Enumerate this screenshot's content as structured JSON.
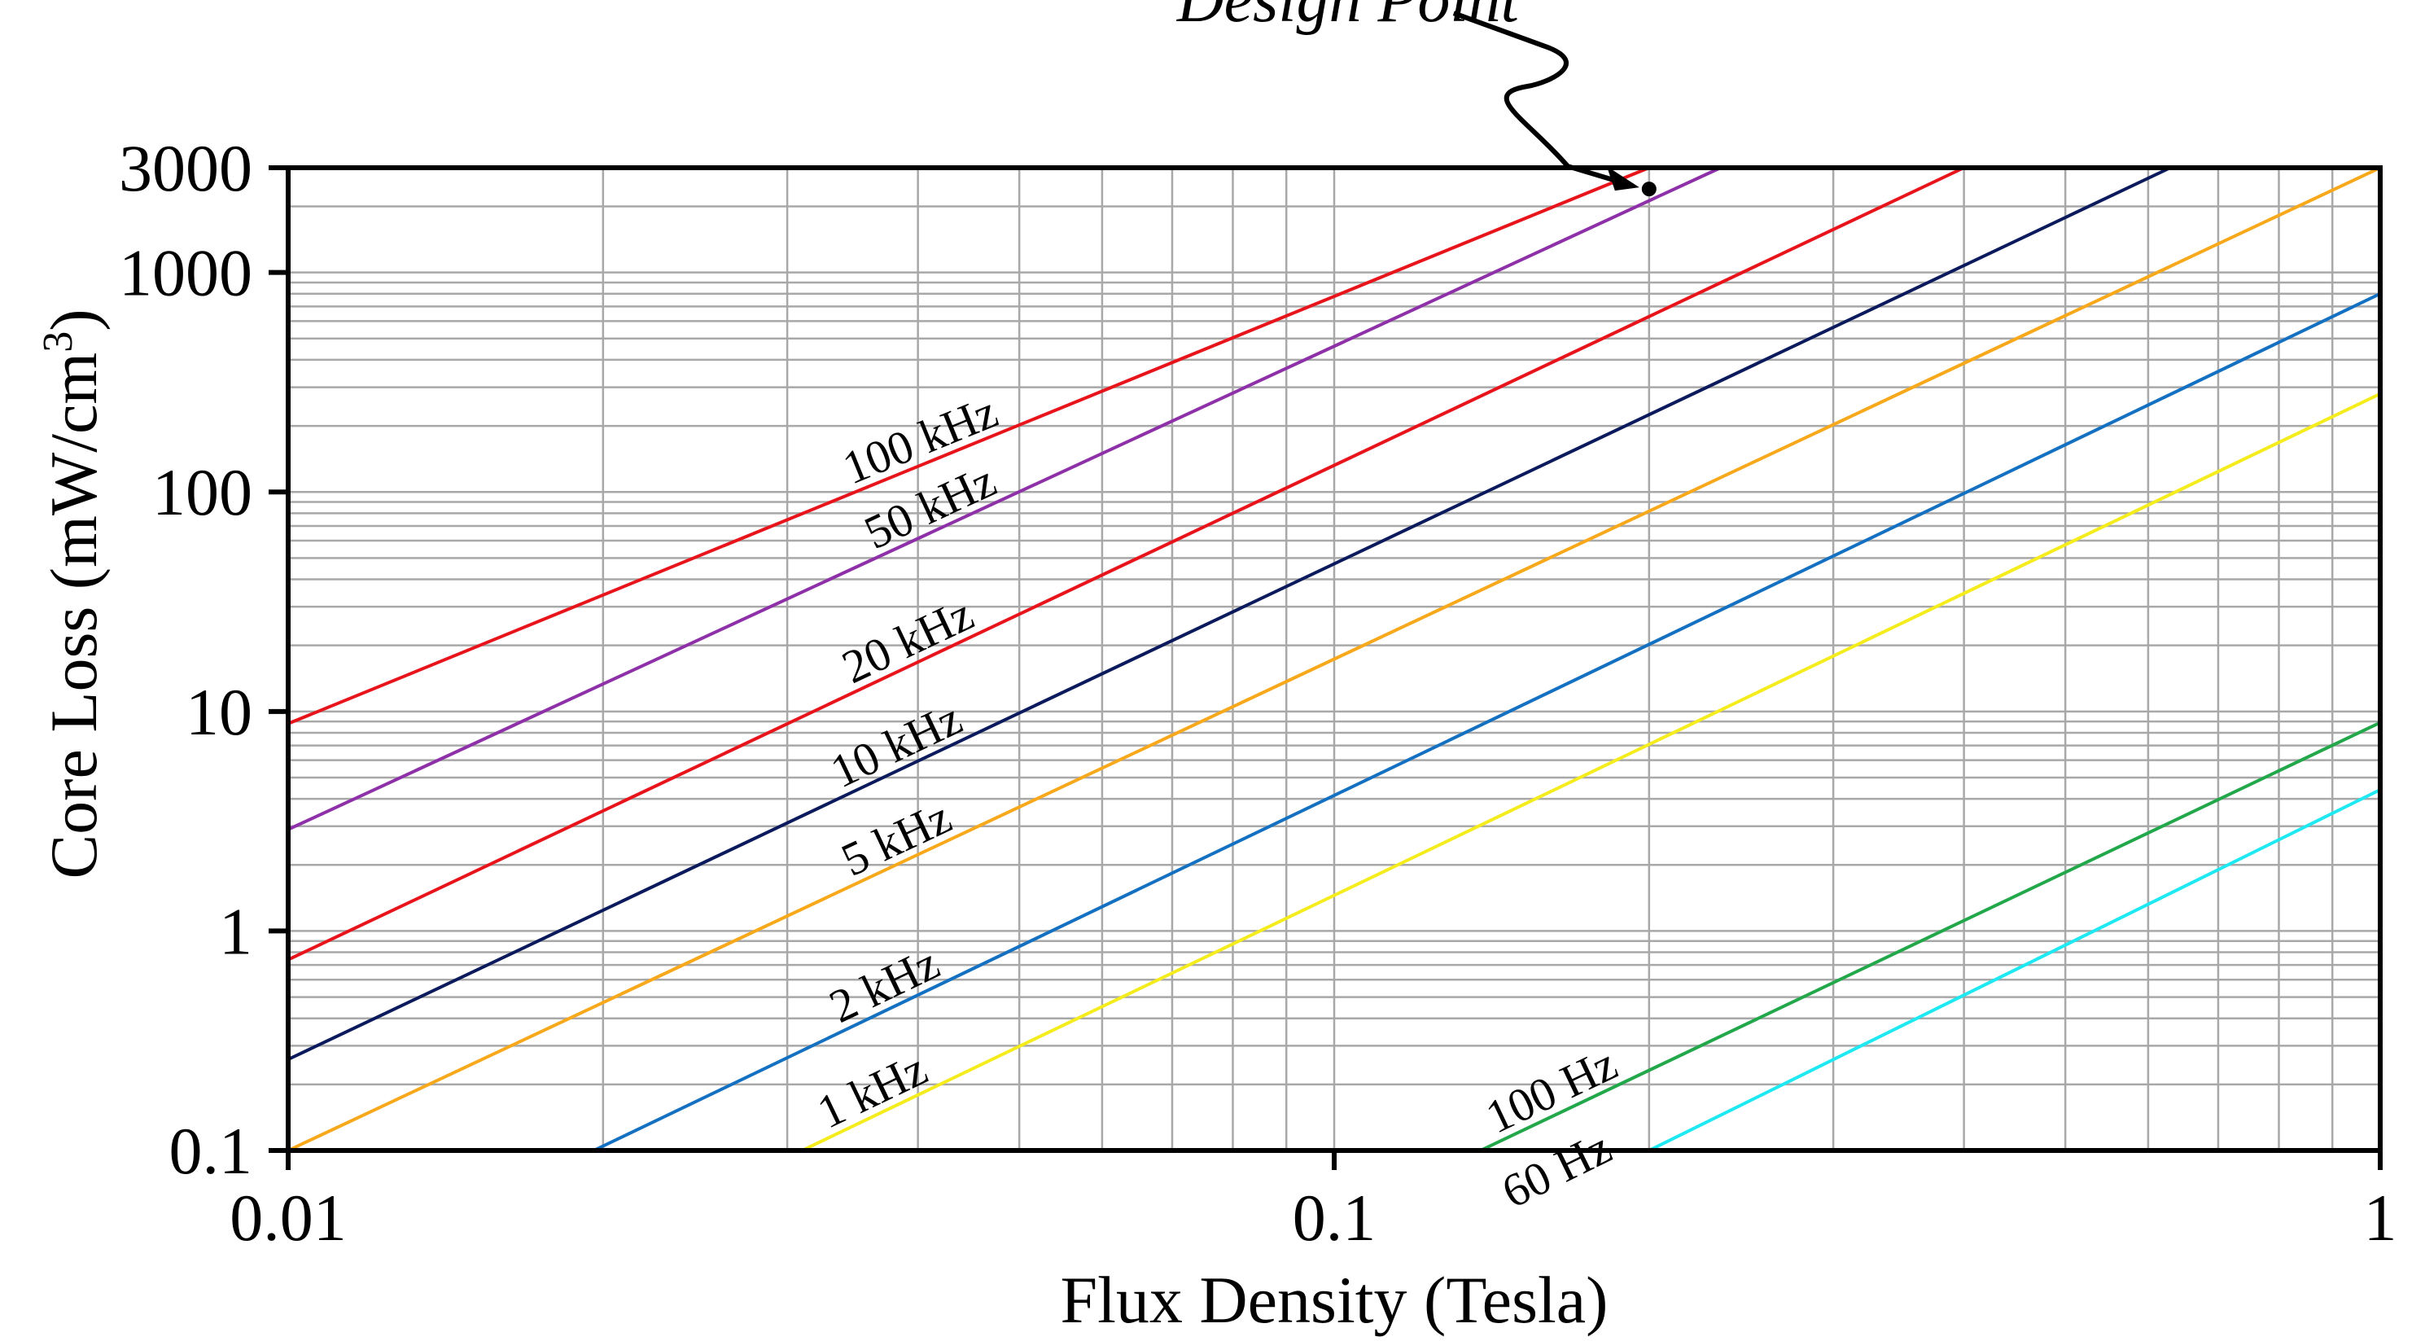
{
  "chart_data": {
    "type": "line",
    "title": "",
    "xlabel": "Flux Density (Tesla)",
    "ylabel": "Core Loss (mW/cm",
    "ylabel_sup": "3",
    "ylabel_end": ")",
    "x_scale": "log",
    "y_scale": "log",
    "xlim": [
      0.01,
      1
    ],
    "ylim": [
      0.1,
      3000
    ],
    "grid": true,
    "legend": "inline labels on lines",
    "x_ticks": [
      {
        "value": 0.01,
        "label": "0.01"
      },
      {
        "value": 0.1,
        "label": "0.1"
      },
      {
        "value": 1,
        "label": "1"
      }
    ],
    "y_ticks": [
      {
        "value": 0.1,
        "label": "0.1"
      },
      {
        "value": 1,
        "label": "1"
      },
      {
        "value": 10,
        "label": "10"
      },
      {
        "value": 100,
        "label": "100"
      },
      {
        "value": 1000,
        "label": "1000"
      },
      {
        "value": 3000,
        "label": "3000"
      }
    ],
    "series": [
      {
        "name": "100 kHz",
        "color": "#e8141b",
        "x": [
          0.01,
          0.2
        ],
        "y": [
          8.8,
          3000
        ],
        "label_at": 0.041
      },
      {
        "name": "50 kHz",
        "color": "#8e30a8",
        "x": [
          0.01,
          0.2341
        ],
        "y": [
          2.9,
          3000
        ],
        "label_at": 0.042
      },
      {
        "name": "20 kHz",
        "color": "#e8141b",
        "x": [
          0.01,
          0.4
        ],
        "y": [
          0.74,
          3000
        ],
        "label_at": 0.04
      },
      {
        "name": "10 kHz",
        "color": "#0b1a5c",
        "x": [
          0.01,
          0.63
        ],
        "y": [
          0.26,
          3000
        ],
        "label_at": 0.039
      },
      {
        "name": "5 kHz",
        "color": "#f7a81b",
        "x": [
          0.01,
          1
        ],
        "y": [
          0.1,
          3000
        ],
        "label_at": 0.039
      },
      {
        "name": "2 kHz",
        "color": "#1470c0",
        "x": [
          0.0196,
          1
        ],
        "y": [
          0.1,
          800
        ],
        "label_at": 0.038
      },
      {
        "name": "1 kHz",
        "color": "#f4ec1c",
        "x": [
          0.031,
          1
        ],
        "y": [
          0.1,
          280
        ],
        "label_at": 0.037
      },
      {
        "name": "100 Hz",
        "color": "#22a84a",
        "x": [
          0.138,
          1
        ],
        "y": [
          0.1,
          8.9
        ],
        "label_at": 0.165
      },
      {
        "name": "60 Hz",
        "color": "#1ee8f2",
        "x": [
          0.2,
          1
        ],
        "y": [
          0.1,
          4.4
        ],
        "label_at": 0.167
      }
    ],
    "points": [
      {
        "name": "Design Point",
        "x": 0.2,
        "y": 2400
      }
    ],
    "annotations": [
      {
        "text": "Design Point",
        "target": "Design Point"
      }
    ]
  }
}
